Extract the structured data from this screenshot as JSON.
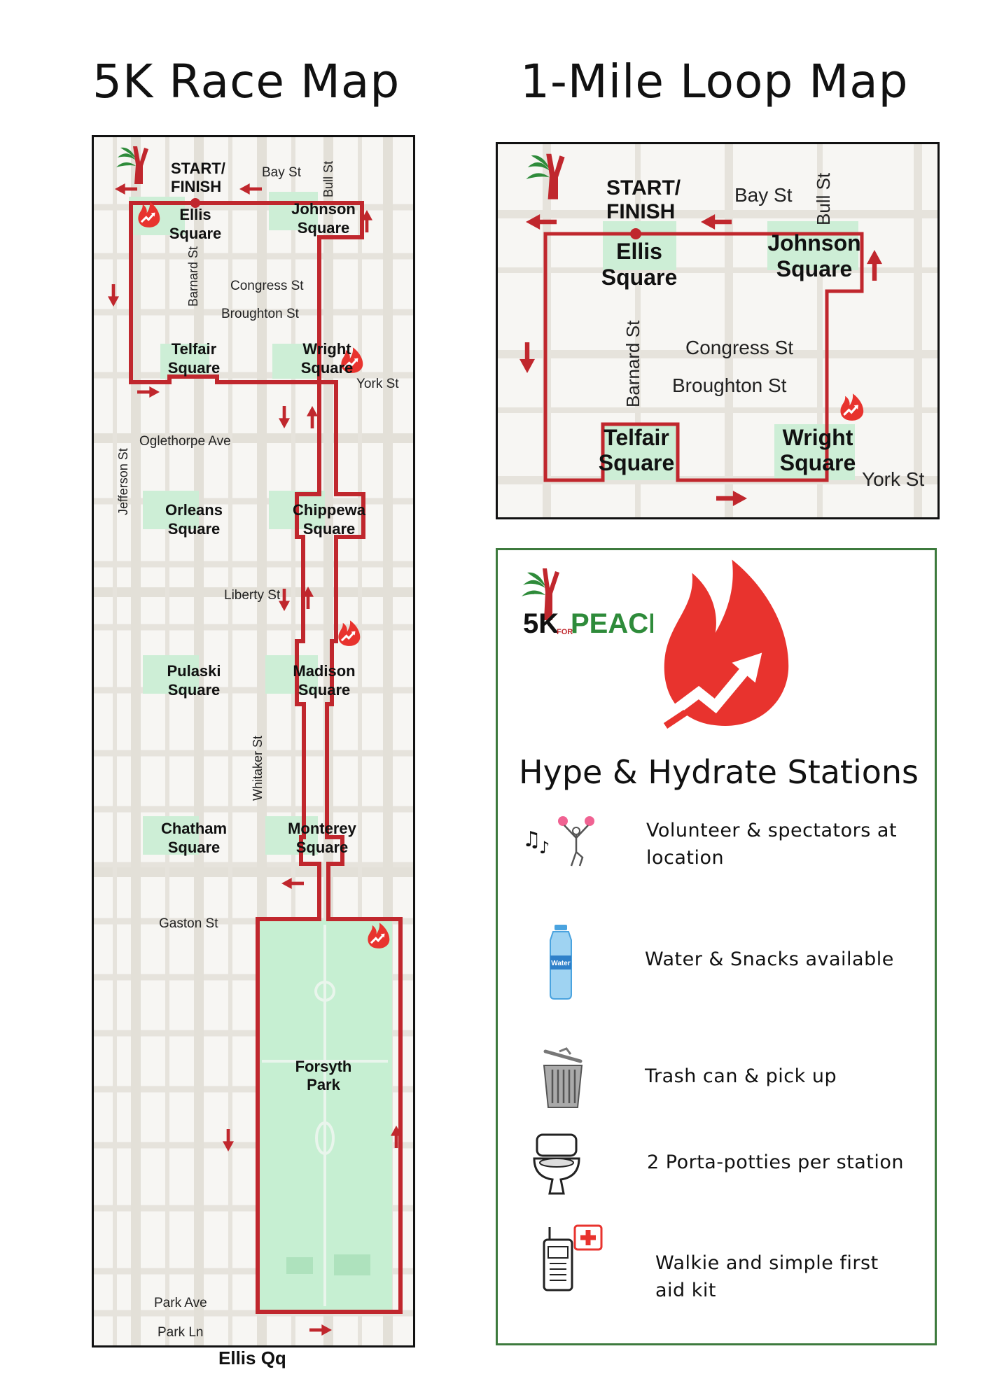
{
  "titles": {
    "race": "5K Race Map",
    "loop": "1-Mile Loop Map"
  },
  "race_map": {
    "start_finish": [
      "START/",
      "FINISH"
    ],
    "streets": {
      "bay": "Bay St",
      "bull": "Bull St",
      "barnard": "Barnard St",
      "congress": "Congress St",
      "broughton": "Broughton St",
      "york": "York St",
      "oglethorpe": "Oglethorpe Ave",
      "jefferson": "Jefferson St",
      "liberty": "Liberty St",
      "whitaker": "Whitaker St",
      "gaston": "Gaston St",
      "park_ave": "Park Ave",
      "park_ln": "Park Ln"
    },
    "squares": {
      "ellis": [
        "Ellis",
        "Square"
      ],
      "johnson": [
        "Johnson",
        "Square"
      ],
      "telfair": [
        "Telfair",
        "Square"
      ],
      "wright": [
        "Wright",
        "Square"
      ],
      "orleans": [
        "Orleans",
        "Square"
      ],
      "chippewa": [
        "Chippewa",
        "Square"
      ],
      "pulaski": [
        "Pulaski",
        "Square"
      ],
      "madison": [
        "Madison",
        "Square"
      ],
      "chatham": [
        "Chatham",
        "Square"
      ],
      "monterey": [
        "Monterey",
        "Square"
      ],
      "forsyth": [
        "Forsyth",
        "Park"
      ]
    },
    "caption": "Ellis Qq"
  },
  "loop_map": {
    "start_finish": [
      "START/",
      "FINISH"
    ],
    "streets": {
      "bay": "Bay St",
      "bull": "Bull St",
      "barnard": "Barnard St",
      "congress": "Congress St",
      "broughton": "Broughton St",
      "york": "York St"
    },
    "squares": {
      "ellis": [
        "Ellis",
        "Square"
      ],
      "johnson": [
        "Johnson",
        "Square"
      ],
      "telfair": [
        "Telfair",
        "Square"
      ],
      "wright": [
        "Wright",
        "Square"
      ]
    }
  },
  "legend": {
    "brand": {
      "left": "5K",
      "small": "FOR",
      "right": "PEACE"
    },
    "heading": "Hype & Hydrate Stations",
    "items": [
      {
        "icon": "cheer-icon",
        "lines": [
          "Volunteer & spectators at",
          "location"
        ]
      },
      {
        "icon": "water-bottle-icon",
        "lines": [
          "Water & Snacks available"
        ],
        "bottle_label": "Water"
      },
      {
        "icon": "trash-can-icon",
        "lines": [
          "Trash can & pick up"
        ]
      },
      {
        "icon": "toilet-icon",
        "lines": [
          "2 Porta-potties per station"
        ]
      },
      {
        "icon": "walkie-first-aid-icon",
        "lines": [
          "Walkie and simple first",
          "aid kit"
        ]
      }
    ]
  },
  "colors": {
    "route": "#c0272d",
    "square_fill": "#cdeed6",
    "park_fill": "#c6efd2",
    "legend_border": "#3d7a3d",
    "flame": "#e8332e",
    "brand_green": "#2e8b3a"
  }
}
